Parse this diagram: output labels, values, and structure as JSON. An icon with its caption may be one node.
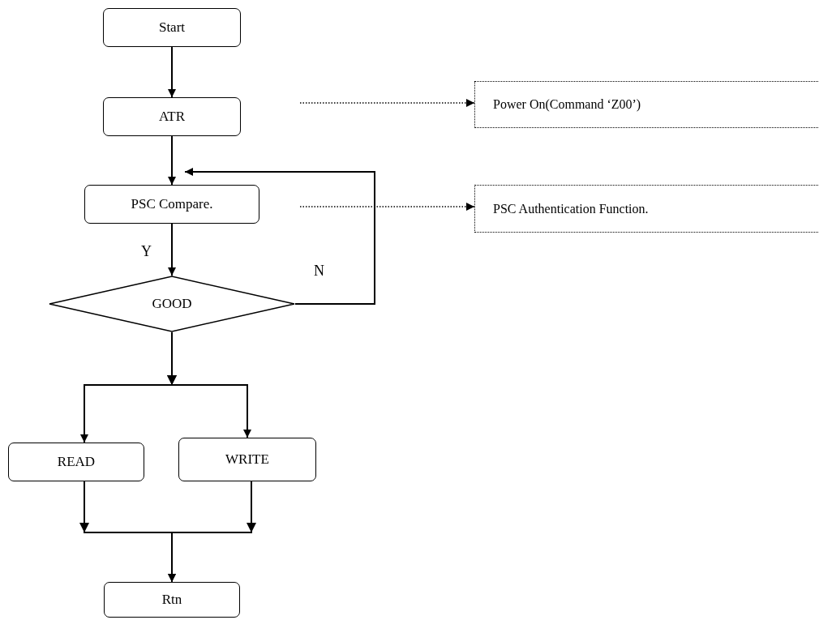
{
  "diagram": {
    "nodes": [
      {
        "text": [
          "Start"
        ]
      },
      {
        "text": [
          "ATR"
        ]
      },
      {
        "text": [
          "PSC Compare."
        ]
      },
      {
        "text": [
          "GOOD"
        ]
      },
      {
        "text": [
          "READ"
        ]
      },
      {
        "text": [
          "WRITE"
        ]
      },
      {
        "text": [
          "Rtn"
        ]
      },
      {
        "text": [
          "Power On(Command ‘Z00’)"
        ]
      },
      {
        "text": [
          "PSC Authentication Function."
        ]
      }
    ],
    "edges": [
      {
        "from": 0,
        "to": 1,
        "arrow": "to"
      },
      {
        "from": 1,
        "to": 2,
        "arrow": "to"
      },
      {
        "from": 2,
        "to": 3,
        "arrow": "to",
        "label": "Y"
      },
      {
        "from": 3,
        "to": 2,
        "arrow": "to",
        "label": "N"
      },
      {
        "from": 3,
        "to": 4,
        "arrow": "to"
      },
      {
        "from": 3,
        "to": 5,
        "arrow": "to"
      },
      {
        "from": 4,
        "to": 6,
        "arrow": "to"
      },
      {
        "from": 5,
        "to": 6,
        "arrow": "to"
      },
      {
        "from": null,
        "to": 7,
        "arrow": "to",
        "style": "dashed"
      },
      {
        "from": null,
        "to": 8,
        "arrow": "to",
        "style": "dashed"
      }
    ]
  }
}
